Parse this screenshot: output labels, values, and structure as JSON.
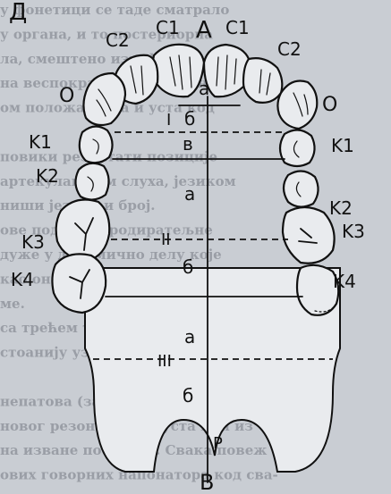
{
  "background_text": [
    "у фонетици се таде сматрало",
    "у органа, и то постериорна",
    "ла, смештено између језика и",
    "на веспократних фонеминарним",
    "ом положај тела и уста код",
    "",
    "повики резултати позиције",
    "артекулацијом слуха, језиком",
    "ниши језика и број.",
    "ове поделе пародиратељне",
    "дуже у делимично делу које",
    "као оно у трећему степену",
    "ме.",
    "са трећем тако испреди, колико",
    "стоанију уз страно",
    "",
    "непатова (задебко купа, уста, нос).",
    "новог резонанцама, уста или из",
    "на изване поставки. Свака повеж",
    "ових говорних напонатора код сва-"
  ],
  "labels": {
    "corner_left": "Д",
    "center_top": "А",
    "center_bottom": "В",
    "c1_left": "C1",
    "c1_right": "C1",
    "c2_left": "C2",
    "c2_right": "C2",
    "o_left": "O",
    "o_right": "O",
    "k1_left": "K1",
    "k1_right": "K1",
    "k2_left": "K2",
    "k2_right": "K2",
    "k3_left": "K3",
    "k3_right": "K3",
    "k4_left": "K4",
    "k4_right": "K4",
    "zone_a_1": "а",
    "zone_b_1": "б",
    "zone_v": "в",
    "zone_a_2": "а",
    "zone_b_2": "б",
    "zone_a_3": "а",
    "zone_b_3": "б",
    "zone_r": "Р",
    "roman_1": "I",
    "roman_2": "II",
    "roman_3": "III"
  },
  "colors": {
    "ink": "#111111",
    "tooth_fill": "#e9ebee",
    "background": "#c9cdd3",
    "faded_text": "#9a9ea6"
  }
}
